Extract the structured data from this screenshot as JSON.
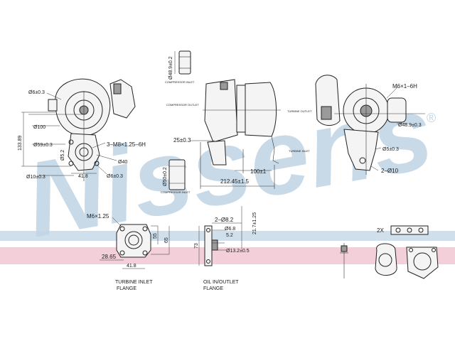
{
  "brand": {
    "wordmark": "Nissens",
    "registered": "®",
    "band_pink": "#f3cfd9",
    "band_blue": "#cfe0ec",
    "wordmark_color": "#c3d6e6"
  },
  "top_dims": {
    "d6": "Ø6±0.3",
    "d100": "Ø100",
    "h133": "133.89",
    "d59": "Ø59±0.3",
    "d52": "Ø5.2",
    "d10": "Ø10±0.3",
    "s41": "41.8",
    "m8": "3–M8×1.25–6H",
    "d40": "Ø40",
    "d6b": "Ø6±0.3",
    "d48top": "Ø48.9±0.2",
    "l25": "25±0.3",
    "d50": "Ø50±0.2",
    "l100": "100±1",
    "l212": "212.45±1.5",
    "m6r": "M6×1–6H",
    "d48r": "Ø48.9±0.3",
    "d5r": "Ø5±0.3",
    "d10r": "2–Ø10"
  },
  "small_notes": {
    "a": "COMPRESSOR INLET",
    "b": "COMPRESSOR OUTLET",
    "c": "TURBINE OUTLET",
    "d": "TURBINE INLET",
    "e": "COMPRESSOR INLET"
  },
  "bottom_dims": {
    "m6": "M6×1.25",
    "h55": "55",
    "h65": "65",
    "w28": "28.65",
    "w41": "41.8",
    "d82": "2–Ø8.2",
    "d68": "Ø6.8",
    "d13": "Ø13.2±0.5",
    "h217": "21.7±1.25",
    "h73": "73",
    "h52": "5.2",
    "qty": "2X"
  },
  "captions": {
    "turbine_l1": "TURBINE INLET",
    "turbine_l2": "FLANGE",
    "oil_l1": "OIL IN/OUTLET",
    "oil_l2": "FLANGE"
  }
}
